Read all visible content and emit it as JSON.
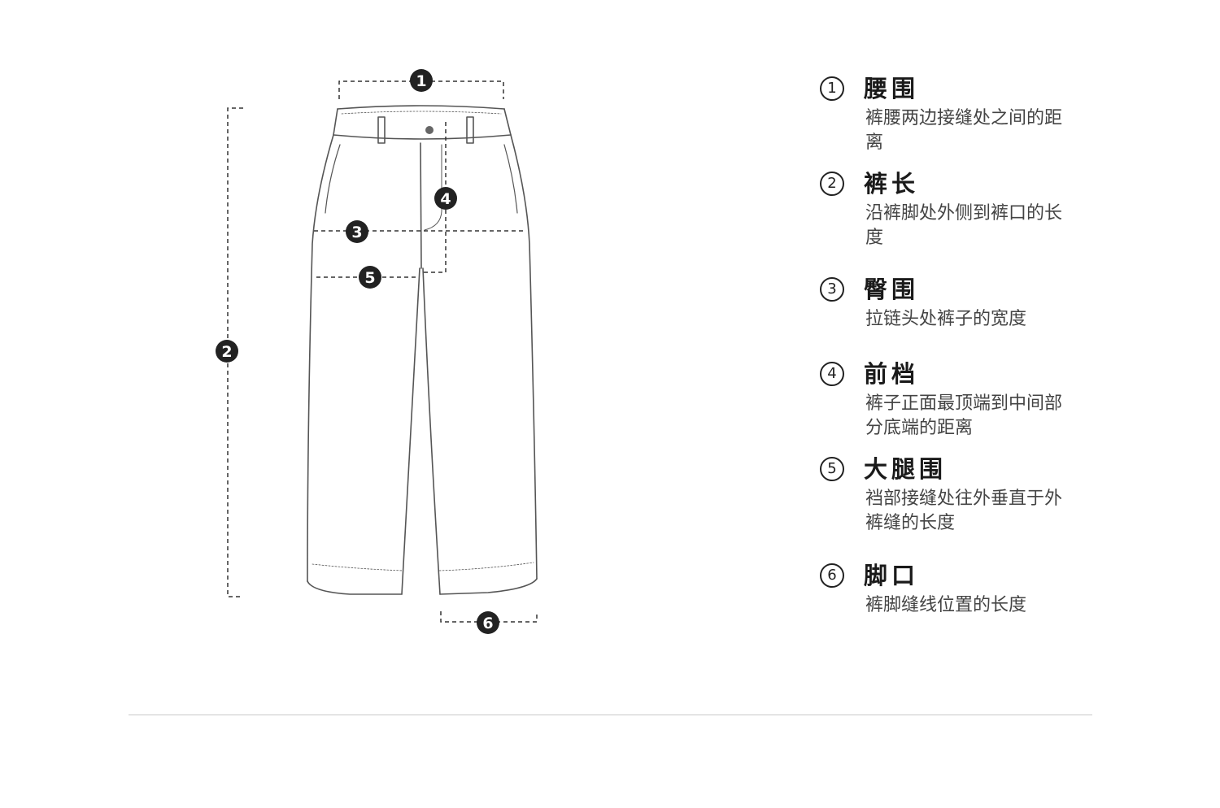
{
  "colors": {
    "line": "#555555",
    "dash": "#333333",
    "marker_fill": "#222222",
    "marker_text": "#ffffff",
    "divider": "#c8c8c8"
  },
  "markers": [
    "1",
    "2",
    "3",
    "4",
    "5",
    "6"
  ],
  "legend": [
    {
      "symbol": "①",
      "title": "腰围",
      "desc": "裤腰两边接缝处之间的距离"
    },
    {
      "symbol": "②",
      "title": "裤长",
      "desc": "沿裤脚处外侧到裤口的长度"
    },
    {
      "symbol": "③",
      "title": "臀围",
      "desc": "拉链头处裤子的宽度"
    },
    {
      "symbol": "④",
      "title": "前档",
      "desc": "裤子正面最顶端到中间部分底端的距离"
    },
    {
      "symbol": "⑤",
      "title": "大腿围",
      "desc": "裆部接缝处往外垂直于外裤缝的长度"
    },
    {
      "symbol": "⑥",
      "title": "脚口",
      "desc": "裤脚缝线位置的长度"
    }
  ]
}
